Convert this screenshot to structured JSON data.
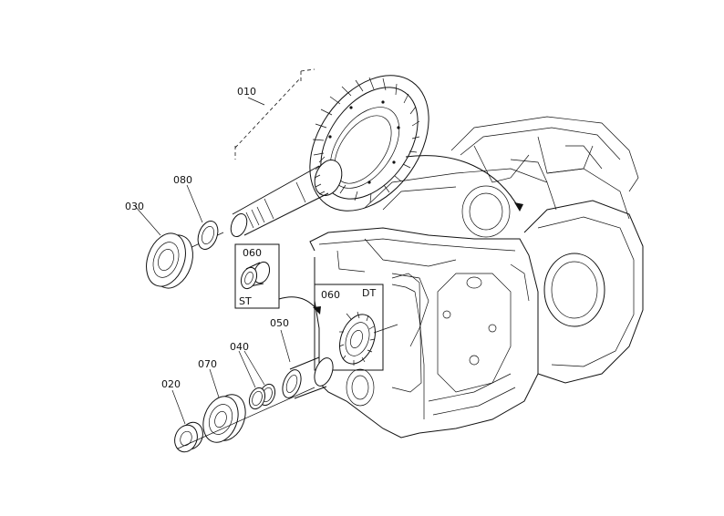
{
  "labels": {
    "p010": "010",
    "p080": "080",
    "p030": "030",
    "p060_st": "060",
    "st": "ST",
    "p060_dt": "060",
    "dt": "DT",
    "p050": "050",
    "p040": "040",
    "p070": "070",
    "p020": "020"
  }
}
